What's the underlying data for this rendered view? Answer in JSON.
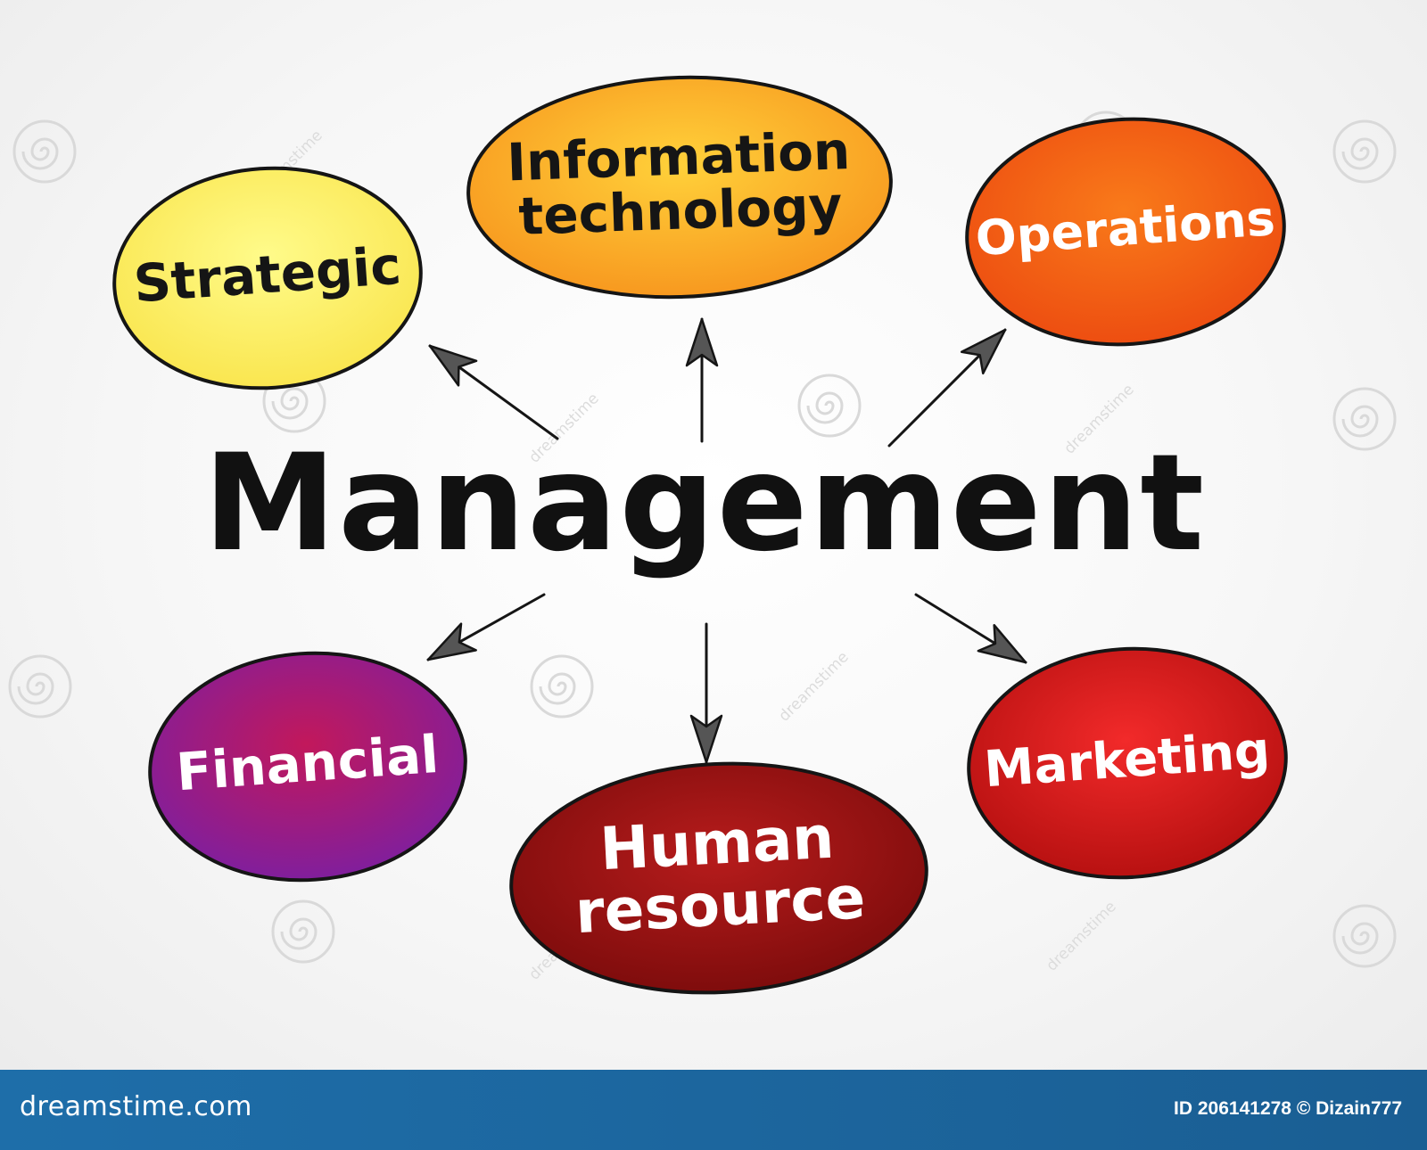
{
  "center": {
    "label": "Management"
  },
  "nodes": [
    {
      "id": "strategic",
      "lines": [
        "Strategic"
      ],
      "fill_top": "#fffb8a",
      "fill_bottom": "#f9e44b",
      "text_color": "#151515"
    },
    {
      "id": "information-technology",
      "lines": [
        "Information",
        "technology"
      ],
      "fill_top": "#ffd13a",
      "fill_bottom": "#f7941d",
      "text_color": "#151515"
    },
    {
      "id": "operations",
      "lines": [
        "Operations"
      ],
      "fill_top": "#f97a1a",
      "fill_bottom": "#ec4a10",
      "text_color": "#ffffff"
    },
    {
      "id": "financial",
      "lines": [
        "Financial"
      ],
      "fill_top": "#c2185b",
      "fill_bottom": "#7b1fa2",
      "text_color": "#ffffff"
    },
    {
      "id": "human-resource",
      "lines": [
        "Human",
        "resource"
      ],
      "fill_top": "#b71c1c",
      "fill_bottom": "#7a0b0b",
      "text_color": "#ffffff"
    },
    {
      "id": "marketing",
      "lines": [
        "Marketing"
      ],
      "fill_top": "#f22a2a",
      "fill_bottom": "#b30f0f",
      "text_color": "#ffffff"
    }
  ],
  "watermark": {
    "text": "dreamstime"
  },
  "footer": {
    "logo": "dreamstime.com",
    "credit": "ID 206141278 © Dizain777"
  }
}
